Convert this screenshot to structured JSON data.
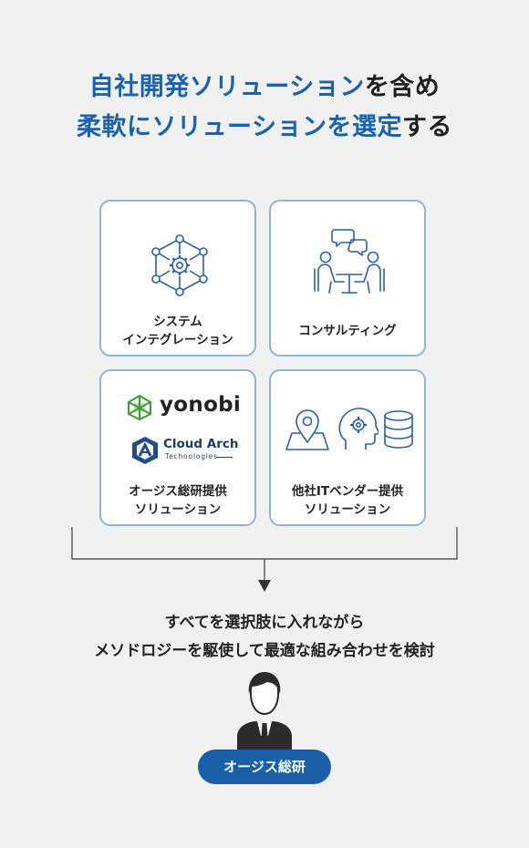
{
  "title": {
    "line1_blue": "自社開発ソリューション",
    "line1_dark": "を含め",
    "line2_blue": "柔軟にソリューションを選定",
    "line2_dark": "する"
  },
  "cards": {
    "system_integration": {
      "line1": "システム",
      "line2": "インテグレーション",
      "icon": "gear-network-icon"
    },
    "consulting": {
      "line1": "コンサルティング",
      "icon": "meeting-icon"
    },
    "own_solutions": {
      "line1": "オージス総研提供",
      "line2": "ソリューション",
      "logo1": "yonobi",
      "logo2_main": "Cloud Arch",
      "logo2_sub": "Technologies"
    },
    "vendor_solutions": {
      "line1": "他社ITベンダー提供",
      "line2": "ソリューション",
      "icons": [
        "map-pin-icon",
        "ai-head-icon",
        "database-icon"
      ]
    }
  },
  "summary": {
    "line1": "すべてを選択肢に入れながら",
    "line2": "メソドロジーを駆使して最適な組み合わせを検討"
  },
  "badge": {
    "label": "オージス総研"
  },
  "colors": {
    "brand_blue": "#1862b0",
    "card_border": "#8fb3da",
    "badge": "#1a5fa8"
  }
}
